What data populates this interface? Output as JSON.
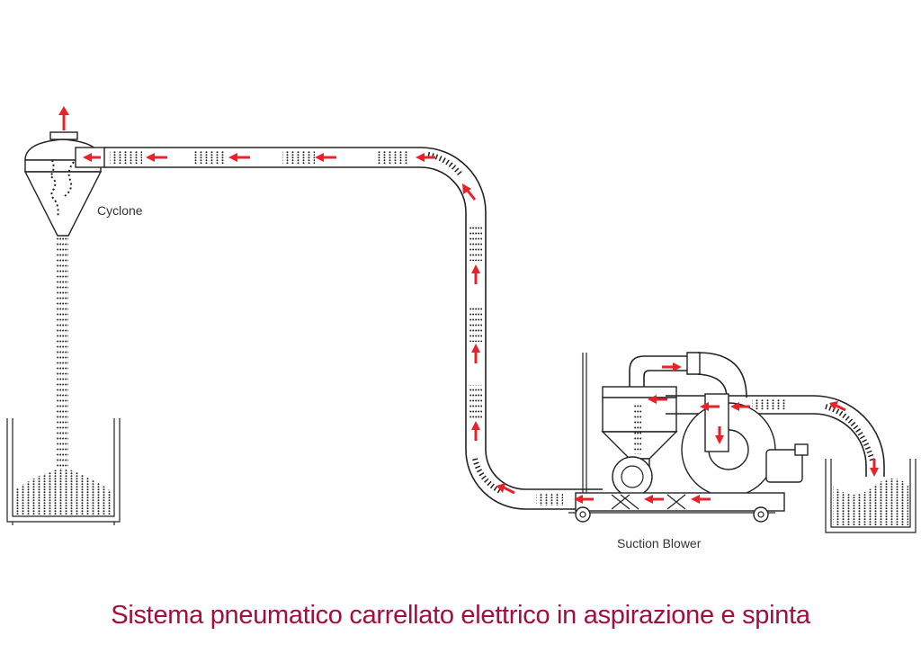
{
  "labels": {
    "cyclone": "Cyclone",
    "suction_blower": "Suction Blower"
  },
  "caption": "Sistema pneumatico carrellato elettrico in aspirazione e spinta",
  "colors": {
    "flow_arrow": "#e8212a",
    "caption": "#a50d3c",
    "line": "#222222",
    "particles": "#222222"
  },
  "icons": [
    "flow-arrow-icon"
  ]
}
